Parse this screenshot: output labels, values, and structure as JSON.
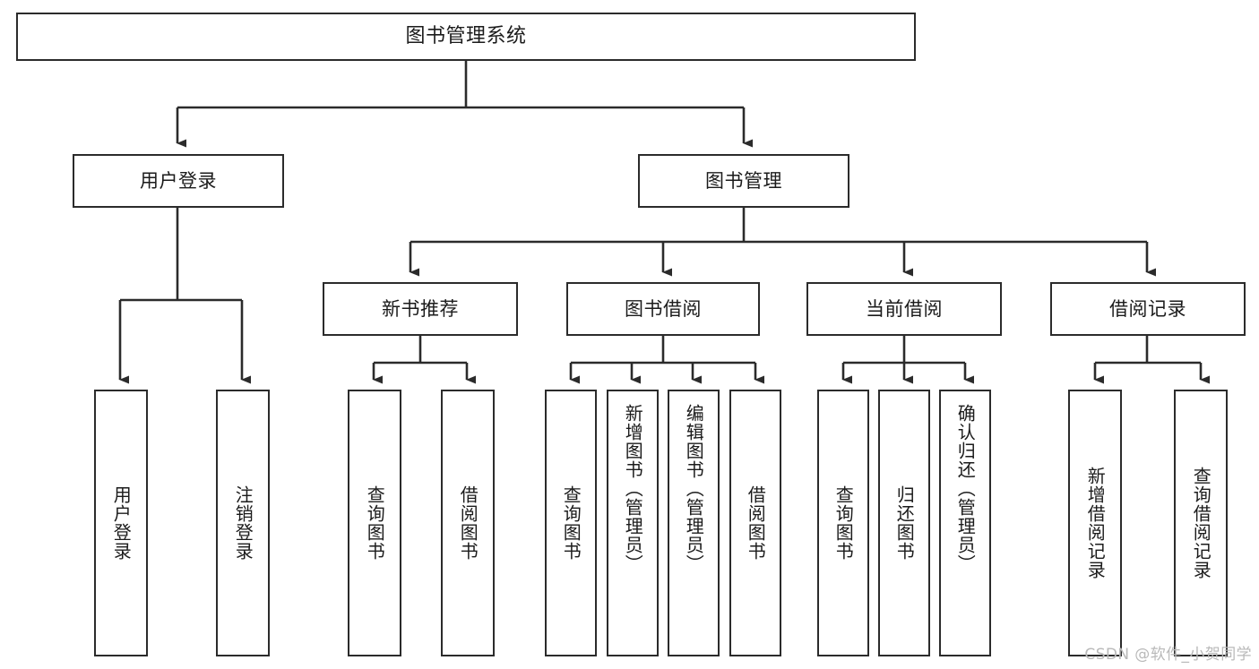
{
  "diagram": {
    "title": "图书管理系统",
    "type": "tree",
    "watermark": "CSDN @软件_小贺同学",
    "colors": {
      "box_border": "#2b2b2b",
      "box_fill": "#ffffff",
      "connector": "#2b2b2b",
      "text": "#1b1b1b",
      "watermark": "#b9b9b9",
      "background": "#ffffff"
    },
    "root": {
      "label": "图书管理系统"
    },
    "level2": [
      {
        "label": "用户登录"
      },
      {
        "label": "图书管理"
      }
    ],
    "level3": [
      {
        "label": "新书推荐"
      },
      {
        "label": "图书借阅"
      },
      {
        "label": "当前借阅"
      },
      {
        "label": "借阅记录"
      }
    ],
    "leaves": {
      "user_login": [
        {
          "label": "用户登录"
        },
        {
          "label": "注销登录"
        }
      ],
      "new_book_recommend": [
        {
          "label": "查询图书"
        },
        {
          "label": "借阅图书"
        }
      ],
      "book_borrow": [
        {
          "label": "查询图书"
        },
        {
          "label": "新增图书（管理员）"
        },
        {
          "label": "编辑图书（管理员）"
        },
        {
          "label": "借阅图书"
        }
      ],
      "current_borrow": [
        {
          "label": "查询图书"
        },
        {
          "label": "归还图书"
        },
        {
          "label": "确认归还（管理员）"
        }
      ],
      "borrow_record": [
        {
          "label": "新增借阅记录"
        },
        {
          "label": "查询借阅记录"
        }
      ]
    }
  }
}
